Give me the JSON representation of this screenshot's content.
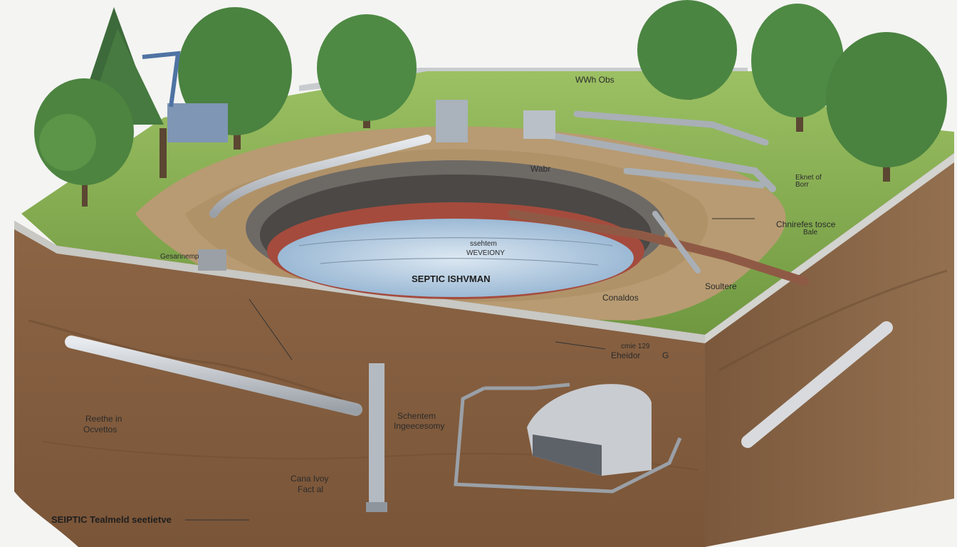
{
  "labels": {
    "top_right_sign": "WWh Obs",
    "tank_line1": "ssehtem",
    "tank_line2": "WEVEIONY",
    "tank_main": "SEPTIC ISHVMAN",
    "ring_label": "Wabr",
    "side_label_1_line1": "Eknet of",
    "side_label_1_line2": "Borr",
    "side_label_2_line1": "Chnirefes tosce",
    "side_label_2_line2": "Bale",
    "small_left_tag": "Gesarinemp",
    "soultere": "Soultere",
    "conaldos": "Conaldos",
    "front_right_line1": "cmie 129",
    "front_right_line2": "Eheidor",
    "front_right_suffix": "G",
    "front_left_line1": "Reethe in",
    "front_left_line2": "Ocvettos",
    "middle_line1": "Schentem",
    "middle_line2": "Ingeecesomy",
    "lower_line1": "Cana lvoy",
    "lower_line2": "Fact al",
    "bottom_caption": "SEIPTIC Tealmeld seetietve"
  },
  "colors": {
    "soil": "#8a6242",
    "soil_dark": "#6b4a30",
    "grass": "#7ea64a",
    "water": "#a7c6e0",
    "pipe": "#b9bec4",
    "tank_rim": "#a44b3d"
  }
}
